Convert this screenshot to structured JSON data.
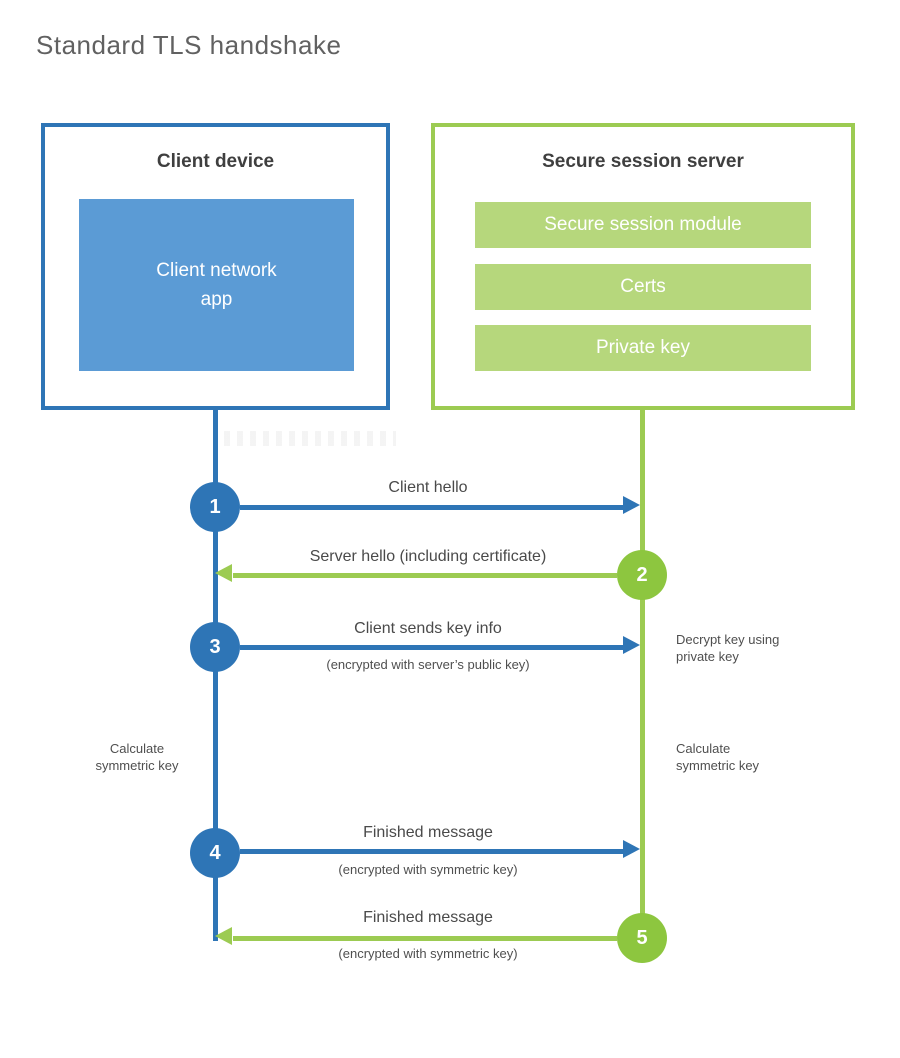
{
  "page": {
    "title": "Standard TLS handshake"
  },
  "colors": {
    "blue": "#2e75b6",
    "blue_fill": "#5b9bd5",
    "green_stroke": "#9ccb52",
    "green_circle": "#8dc63f",
    "green_fill": "#b6d77c"
  },
  "client": {
    "title": "Client device",
    "app_line1": "Client network",
    "app_line2": "app"
  },
  "server": {
    "title": "Secure session server",
    "modules": [
      "Secure session module",
      "Certs",
      "Private key"
    ]
  },
  "steps": [
    {
      "n": "1",
      "label": "Client hello",
      "direction": "client-to-server"
    },
    {
      "n": "2",
      "label": "Server hello (including certificate)",
      "direction": "server-to-client"
    },
    {
      "n": "3",
      "label": "Client sends key info",
      "sub": "(encrypted with server’s public key)",
      "direction": "client-to-server"
    },
    {
      "n": "4",
      "label": "Finished message",
      "sub": "(encrypted with symmetric key)",
      "direction": "client-to-server"
    },
    {
      "n": "5",
      "label": "Finished message",
      "sub": "(encrypted with symmetric key)",
      "direction": "server-to-client"
    }
  ],
  "side_notes": {
    "decrypt_line1": "Decrypt key using",
    "decrypt_line2": "private key",
    "calc_line1": "Calculate",
    "calc_line2": "symmetric key"
  }
}
